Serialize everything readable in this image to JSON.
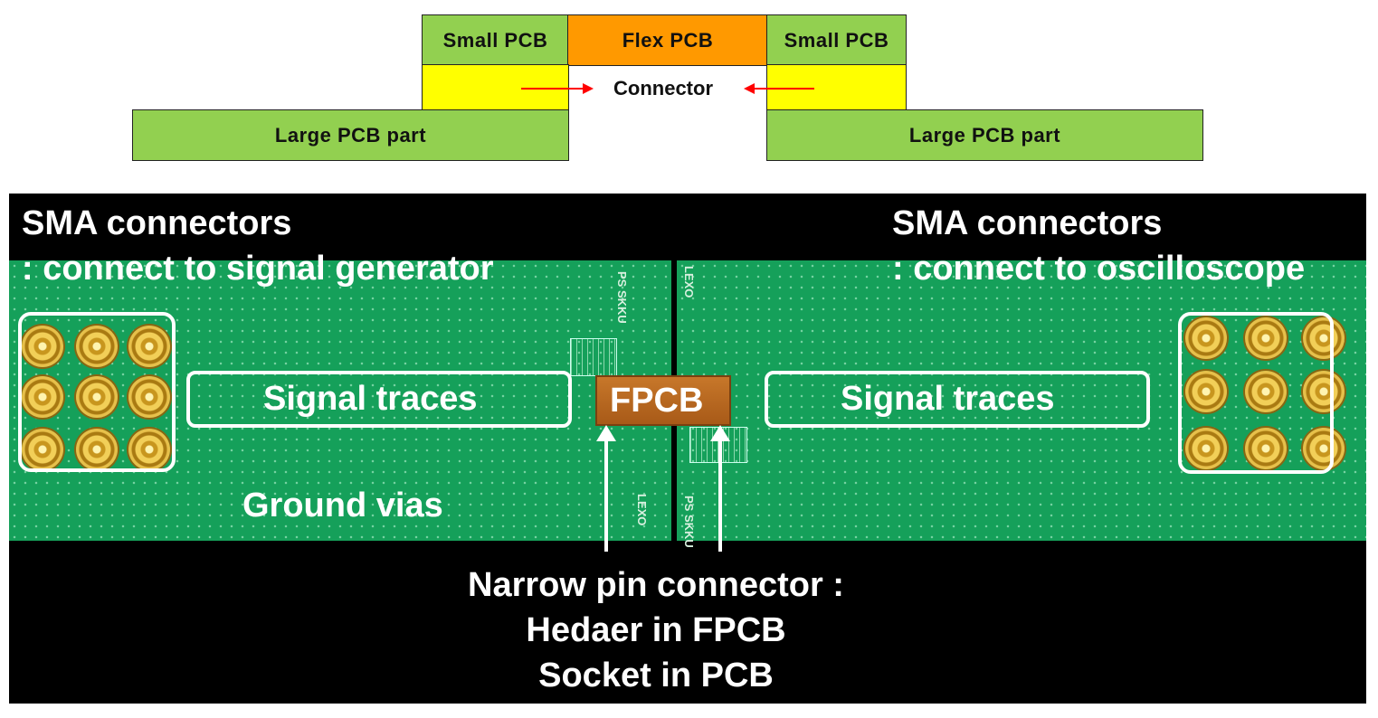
{
  "diagram": {
    "small_pcb_left": "Small PCB",
    "flex_pcb": "Flex PCB",
    "small_pcb_right": "Small PCB",
    "connector": "Connector",
    "large_pcb_left": "Large PCB part",
    "large_pcb_right": "Large PCB part",
    "colors": {
      "green": "#92d050",
      "orange": "#ff9900",
      "yellow": "#ffff00",
      "arrow": "#ff0000"
    }
  },
  "photo": {
    "sma_left_line1": "SMA connectors",
    "sma_left_line2": ": connect to signal generator",
    "sma_right_line1": "SMA connectors",
    "sma_right_line2": ": connect to oscilloscope",
    "signal_traces_left": "Signal traces",
    "signal_traces_right": "Signal traces",
    "fpcb": "FPCB",
    "ground_vias": "Ground vias",
    "narrow_line1": "Narrow pin connector :",
    "narrow_line2": "Hedaer in FPCB",
    "narrow_line3": "Socket in PCB",
    "board_mark_left": "PS SKKU",
    "board_mark_right": "PS SKKU",
    "brand_left": "LEXO",
    "brand_right": "LEXO"
  }
}
